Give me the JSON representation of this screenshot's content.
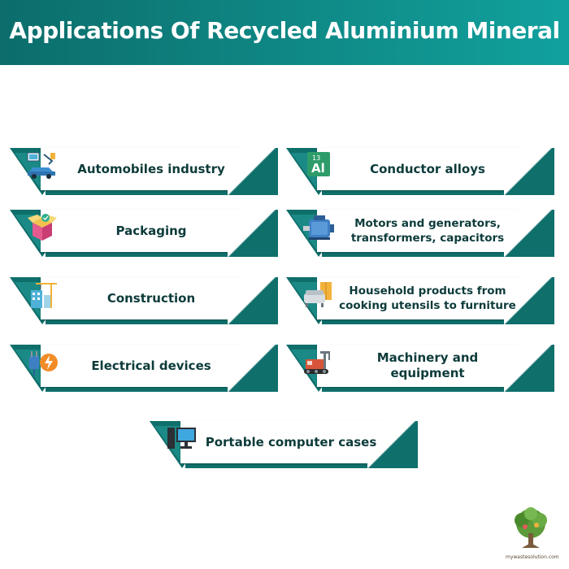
{
  "header": {
    "title": "Applications Of Recycled Aluminium Mineral"
  },
  "applications": [
    {
      "label": "Automobiles industry",
      "icon": "car-factory-icon"
    },
    {
      "label": "Conductor alloys",
      "icon": "aluminium-element-icon",
      "symbol": "Al",
      "number": "13"
    },
    {
      "label": "Packaging",
      "icon": "box-icon"
    },
    {
      "label": "Motors and generators, transformers, capacitors",
      "icon": "motor-icon"
    },
    {
      "label": "Construction",
      "icon": "building-crane-icon"
    },
    {
      "label": "Household products from cooking utensils to furniture",
      "icon": "furniture-icon"
    },
    {
      "label": "Electrical devices",
      "icon": "plug-bolt-icon"
    },
    {
      "label": "Machinery and equipment",
      "icon": "machinery-icon"
    },
    {
      "label": "Portable computer cases",
      "icon": "computer-icon"
    }
  ],
  "logo": {
    "text": "mywastesolution.com",
    "icon": "tree-logo-icon"
  },
  "colors": {
    "teal_dark": "#0f6f6b",
    "teal": "#1b8a86",
    "header_start": "#0c6d6b",
    "header_end": "#11a19d",
    "text": "#0d3b3a"
  }
}
